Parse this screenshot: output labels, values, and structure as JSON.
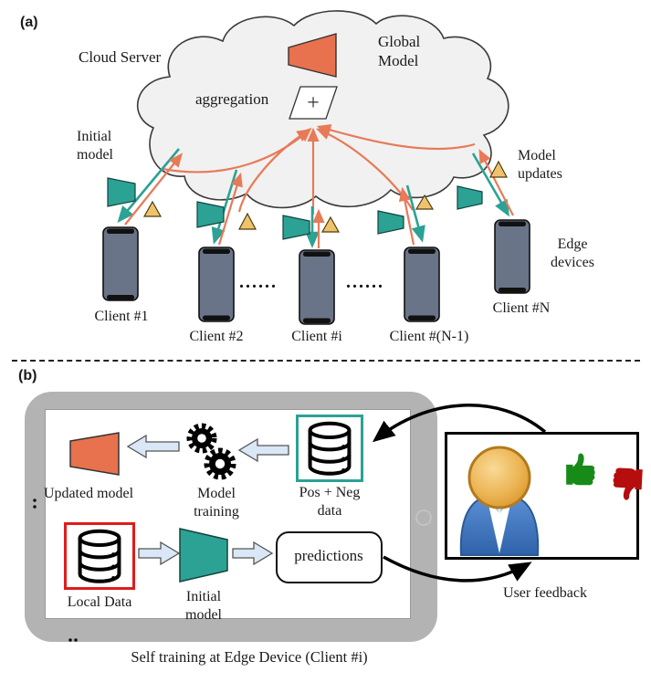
{
  "colors": {
    "orange": "#E8714E",
    "teal": "#2BA294",
    "yellow": "#EFC36D",
    "phone_body": "#6A7488",
    "cloud_fill": "#F1F1F1",
    "tablet_bezel": "#B3B3B3",
    "block_arrow_fill": "#D9E7F6",
    "red_box_border": "#E01B1B",
    "teal_box_border": "#2BA294",
    "thumb_up_green": "#188A18",
    "thumb_down_red": "#B60D0D",
    "user_body_blue": "#3F76BF",
    "user_head_orange": "#E9A63F"
  },
  "icons": {
    "model": "trapezoid",
    "model_update": "triangle",
    "aggregation": "plus-in-parallelogram",
    "training": "gears",
    "data_store": "database-cylinder",
    "device": "smartphone",
    "feedback": "thumbs-up-down"
  },
  "panel_a": {
    "label": "(a)",
    "cloud_server": "Cloud Server",
    "global_model": "Global Model",
    "aggregation": "aggregation",
    "plus": "+",
    "initial_model": "Initial model",
    "model_updates": "Model updates",
    "edge_devices": "Edge devices",
    "dots": "......",
    "clients": [
      "Client #1",
      "Client #2",
      "Client #i",
      "Client #(N-1)",
      "Client #N"
    ]
  },
  "panel_b": {
    "label": "(b)",
    "updated_model": "Updated model",
    "model_training": "Model training",
    "pos_neg_data": "Pos + Neg data",
    "local_data": "Local Data",
    "initial_model": "Initial model",
    "predictions": "predictions",
    "user_feedback": "User feedback",
    "caption": "Self training at Edge Device (Client #i)"
  }
}
